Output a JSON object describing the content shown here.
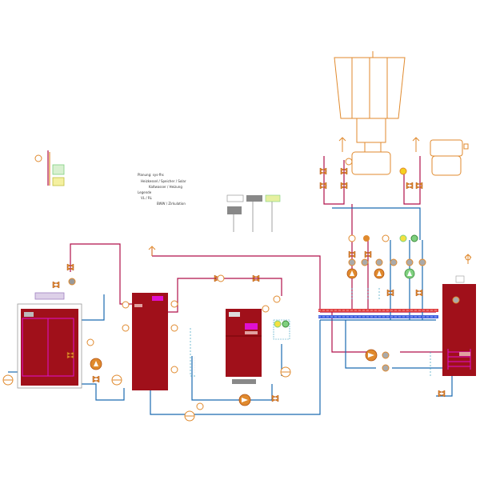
{
  "legend": {
    "lines": [
      "Planung: sys-fhs",
      "Heizkessel / Speicher / Solar",
      "Kaltwasser / Heizung",
      "Legende",
      "VL / RL",
      "BWW / Zirkulation"
    ]
  },
  "tags": {
    "boiler_display": "",
    "tank_display": ""
  },
  "colors": {
    "equipment": "#a0101a",
    "pipe_supply": "#b0104a",
    "pipe_return": "#1a6ab0",
    "component": "#e08a2e",
    "solar": "#e08a2e",
    "accent": "#e010d0",
    "legend_grey": "#888888",
    "legend_green": "#7fd07f"
  },
  "icons": {
    "pump": "pump-icon",
    "valve": "valve-icon",
    "thermometer": "sensor-icon",
    "expansion_vessel": "expansion-vessel-icon",
    "mixer": "mixing-valve-icon"
  }
}
